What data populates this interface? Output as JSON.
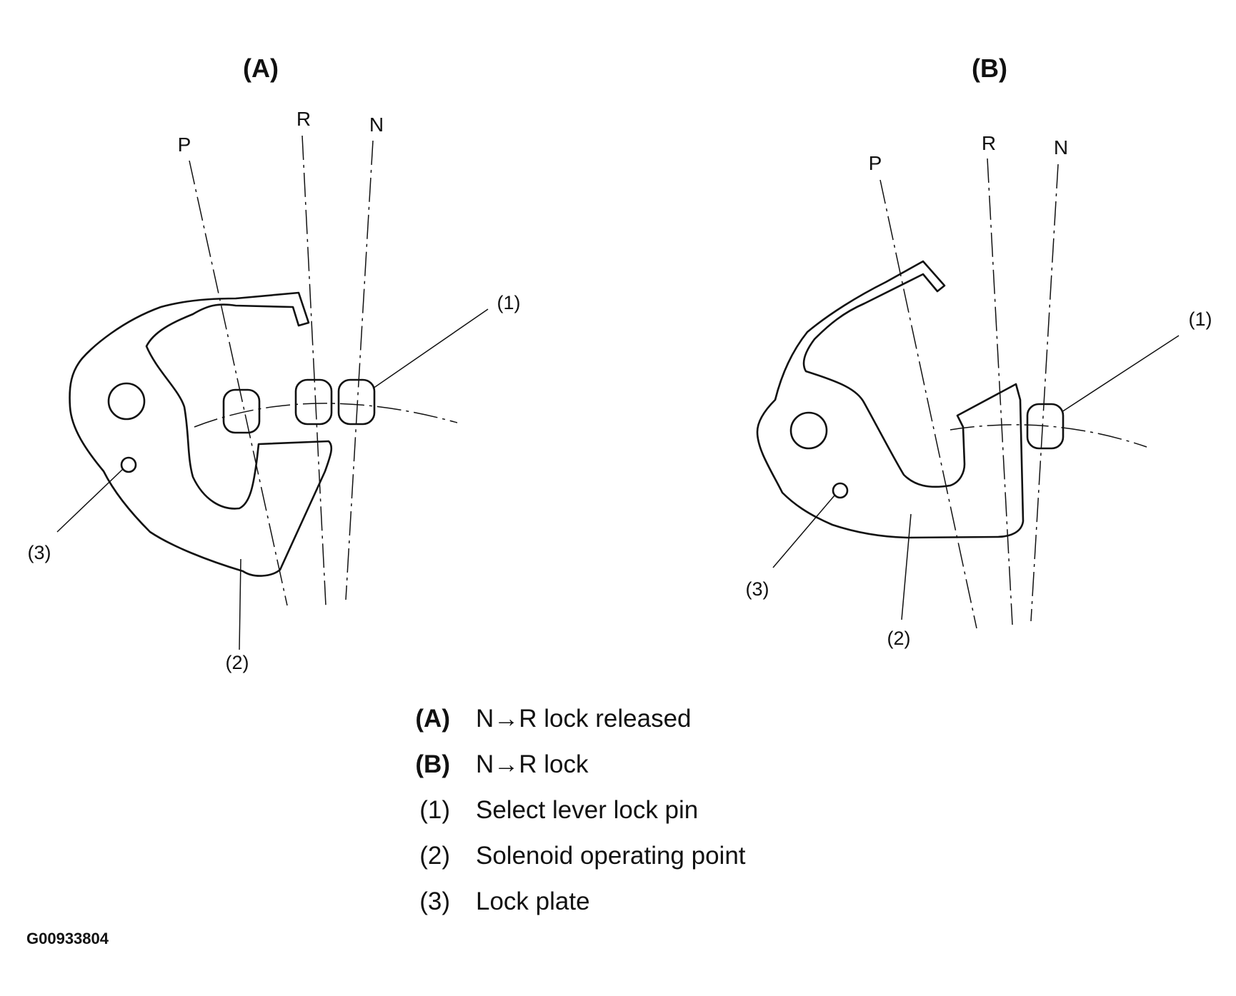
{
  "panels": [
    {
      "title": "(A)",
      "positions": [
        "P",
        "R",
        "N"
      ],
      "callouts": [
        "(1)",
        "(2)",
        "(3)"
      ]
    },
    {
      "title": "(B)",
      "positions": [
        "P",
        "R",
        "N"
      ],
      "callouts": [
        "(1)",
        "(2)",
        "(3)"
      ]
    }
  ],
  "legend": [
    {
      "key": "(A)",
      "bold": true,
      "text": "N→R lock released"
    },
    {
      "key": "(B)",
      "bold": true,
      "text": "N→R lock"
    },
    {
      "key": "(1)",
      "bold": false,
      "text": "Select lever lock pin"
    },
    {
      "key": "(2)",
      "bold": false,
      "text": "Solenoid operating point"
    },
    {
      "key": "(3)",
      "bold": false,
      "text": "Lock plate"
    }
  ],
  "figure_id": "G00933804"
}
